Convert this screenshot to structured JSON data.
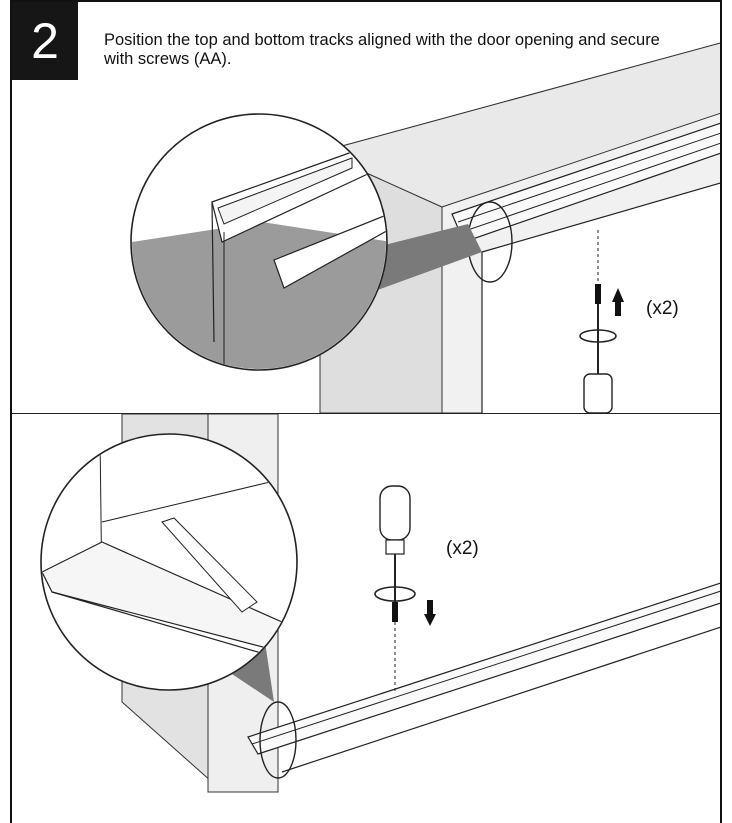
{
  "step": {
    "number": "2",
    "instruction": "Position the top and bottom tracks aligned with the door opening and secure with screws (AA)."
  },
  "top_panel": {
    "quantity": "(x2)"
  },
  "bottom_panel": {
    "quantity": "(x2)"
  },
  "colors": {
    "badge": "#161616",
    "wall": "#ececec",
    "wall_side": "#d6d6d6",
    "zoom_shadow": "#9a9a9a",
    "line": "#111111"
  }
}
